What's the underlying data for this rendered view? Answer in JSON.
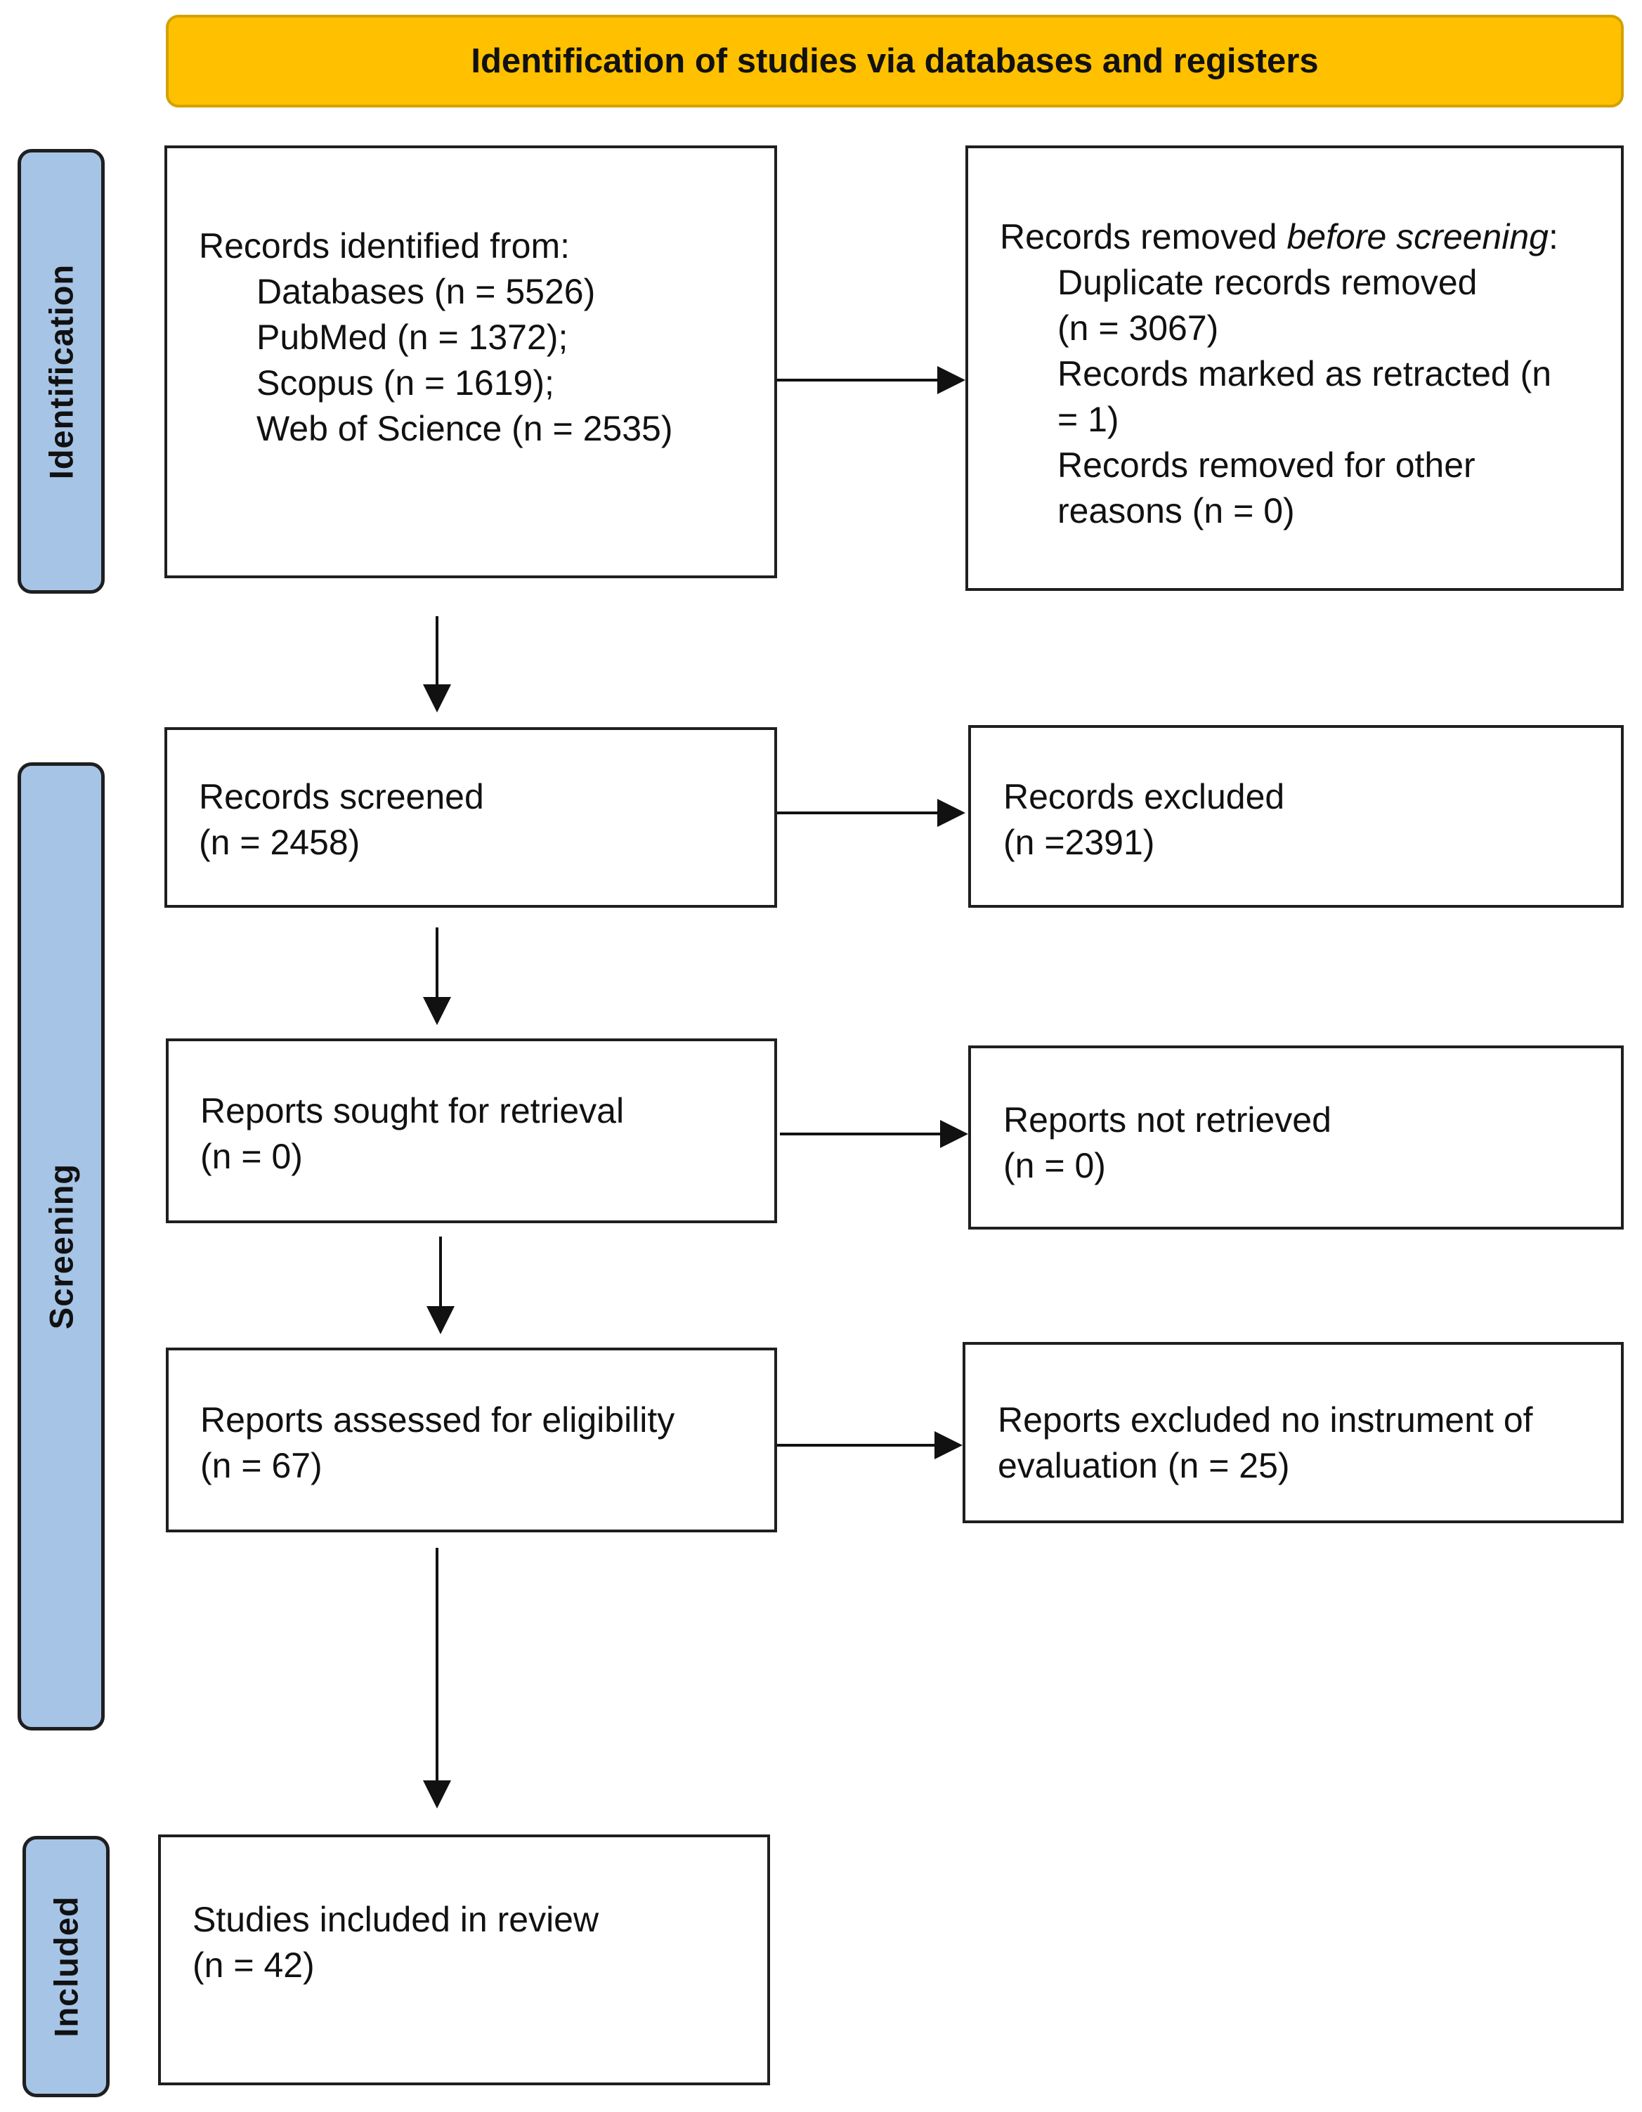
{
  "header": {
    "title": "Identification of studies via databases and registers"
  },
  "phases": {
    "identification": "Identification",
    "screening": "Screening",
    "included": "Included"
  },
  "boxes": {
    "records_identified": {
      "title": "Records identified from:",
      "lines": [
        "Databases (n = 5526)",
        "PubMed (n = 1372);",
        "Scopus (n = 1619);",
        "Web of Science (n = 2535)"
      ]
    },
    "records_removed": {
      "title_prefix": "Records removed ",
      "title_italic": "before screening",
      "title_suffix": ":",
      "lines": [
        "Duplicate records removed",
        "(n = 3067)",
        "Records marked as retracted (n",
        "= 1)",
        "Records removed for other",
        "reasons (n = 0)"
      ]
    },
    "records_screened": {
      "title": "Records screened",
      "count": "(n = 2458)"
    },
    "records_excluded": {
      "title": "Records excluded",
      "count": "(n =2391)"
    },
    "reports_sought": {
      "title": "Reports sought for retrieval",
      "count": "(n = 0)"
    },
    "reports_not_retrieved": {
      "title": "Reports not retrieved",
      "count": "(n = 0)"
    },
    "reports_assessed": {
      "title": "Reports assessed for eligibility",
      "count": "(n = 67)"
    },
    "reports_excluded": {
      "title": "Reports excluded no instrument of",
      "count": "evaluation (n = 25)"
    },
    "studies_included": {
      "title": "Studies included in review",
      "count": "(n = 42)"
    }
  },
  "colors": {
    "banner": "#FFC000",
    "phase_bar": "#A6C4E6",
    "line": "#1f1f1f"
  }
}
